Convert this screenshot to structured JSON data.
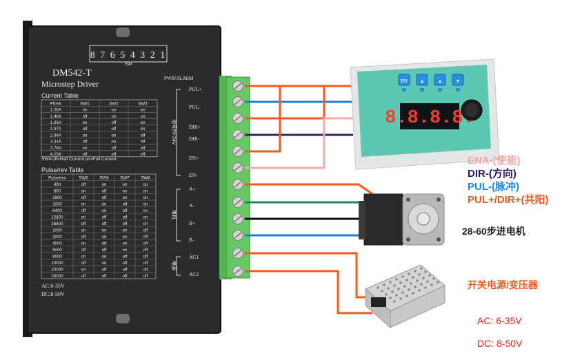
{
  "driver": {
    "model": "DM542-T",
    "subtitle": "Microstep Driver",
    "switch_numbers": "8 7 6 5 4 3 2 1",
    "switch_label": "SW",
    "current_table": {
      "title": "Current Table",
      "headers": [
        "PEAK",
        "SW1",
        "SW2",
        "SW3"
      ],
      "rows": [
        [
          "1.00A",
          "on",
          "on",
          "on"
        ],
        [
          "1.46A",
          "off",
          "on",
          "on"
        ],
        [
          "1.91A",
          "on",
          "off",
          "on"
        ],
        [
          "2.37A",
          "off",
          "off",
          "on"
        ],
        [
          "2.84A",
          "on",
          "on",
          "off"
        ],
        [
          "3.31A",
          "off",
          "on",
          "off"
        ],
        [
          "3.76A",
          "on",
          "off",
          "off"
        ],
        [
          "4.20A",
          "off",
          "off",
          "off"
        ]
      ],
      "note": "SW4:off=Half Current;on=Full Current"
    },
    "pulse_table": {
      "title": "Pulse/rev Table",
      "headers": [
        "Pulse/rev",
        "SW5",
        "SW6",
        "SW7",
        "SW8"
      ],
      "rows": [
        [
          "400",
          "off",
          "on",
          "on",
          "on"
        ],
        [
          "800",
          "on",
          "off",
          "on",
          "on"
        ],
        [
          "1600",
          "off",
          "off",
          "on",
          "on"
        ],
        [
          "3200",
          "on",
          "on",
          "off",
          "on"
        ],
        [
          "6400",
          "off",
          "on",
          "off",
          "on"
        ],
        [
          "12800",
          "on",
          "off",
          "off",
          "on"
        ],
        [
          "25800",
          "off",
          "off",
          "off",
          "on"
        ],
        [
          "1000",
          "on",
          "on",
          "on",
          "off"
        ],
        [
          "2000",
          "off",
          "on",
          "on",
          "off"
        ],
        [
          "4000",
          "on",
          "off",
          "on",
          "off"
        ],
        [
          "5000",
          "off",
          "off",
          "on",
          "off"
        ],
        [
          "8000",
          "on",
          "on",
          "off",
          "off"
        ],
        [
          "10000",
          "off",
          "on",
          "off",
          "off"
        ],
        [
          "20000",
          "on",
          "off",
          "off",
          "off"
        ],
        [
          "25000",
          "off",
          "off",
          "off",
          "off"
        ]
      ]
    },
    "power_spec_ac": "AC:6-35V",
    "power_spec_dc": "DC:8-50V",
    "pwr_alarm_label": "PWR/ALARM",
    "signal_group_label": "信号5V-24V",
    "motor_group_label": "电机",
    "power_group_label": "电源",
    "terminals": [
      "PUL+",
      "PUL-",
      "DIR+",
      "DIR-",
      "EN+",
      "EN-",
      "A+",
      "A-",
      "B+",
      "B-",
      "AC1",
      "AC2"
    ]
  },
  "controller": {
    "buttons": [
      "EN",
      "▲",
      "▲",
      "▼"
    ],
    "display": "8.8.8.8."
  },
  "legend": {
    "ena": "ENA-(使能)",
    "dir": "DIR-(方向)",
    "pul": "PUL-(脉冲)",
    "common": "PUL+/DIR+(共阳)"
  },
  "motor_label": "28-60步进电机",
  "psu_label": "开关电源/变压器",
  "psu_ac": "AC:  6-35V",
  "psu_dc": "DC:  8-50V",
  "colors": {
    "wire_orange": "#f05a1e",
    "wire_blue": "#1c7fd6",
    "wire_purple": "#3a1d6e",
    "wire_pink": "#f4a7a7",
    "wire_green": "#178a53",
    "wire_black": "#111111",
    "driver_body": "#2a2a2a",
    "terminal_green": "#5fbf5a",
    "controller_panel": "#5cc8b4"
  }
}
